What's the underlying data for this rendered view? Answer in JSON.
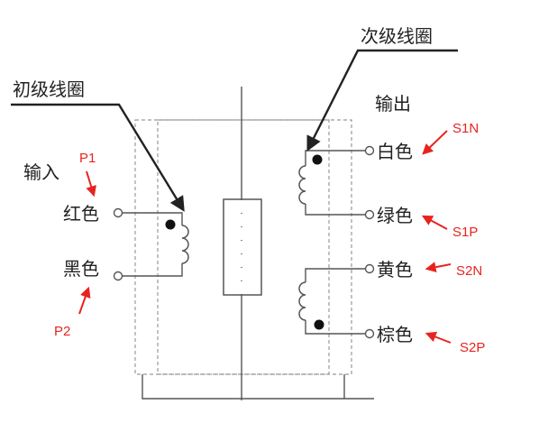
{
  "labels": {
    "secondary_coil": "次级线圈",
    "primary_coil": "初级线圈",
    "input": "输入",
    "output": "输出",
    "red": "红色",
    "black": "黑色",
    "white": "白色",
    "green": "绿色",
    "yellow": "黄色",
    "brown": "棕色"
  },
  "annotations": {
    "p1": "P1",
    "p2": "P2",
    "s1n": "S1N",
    "s1p": "S1P",
    "s2n": "S2N",
    "s2p": "S2P"
  },
  "colors": {
    "annotation": "#e8231f",
    "line": "#555555",
    "dashed": "#9a9a9a"
  }
}
